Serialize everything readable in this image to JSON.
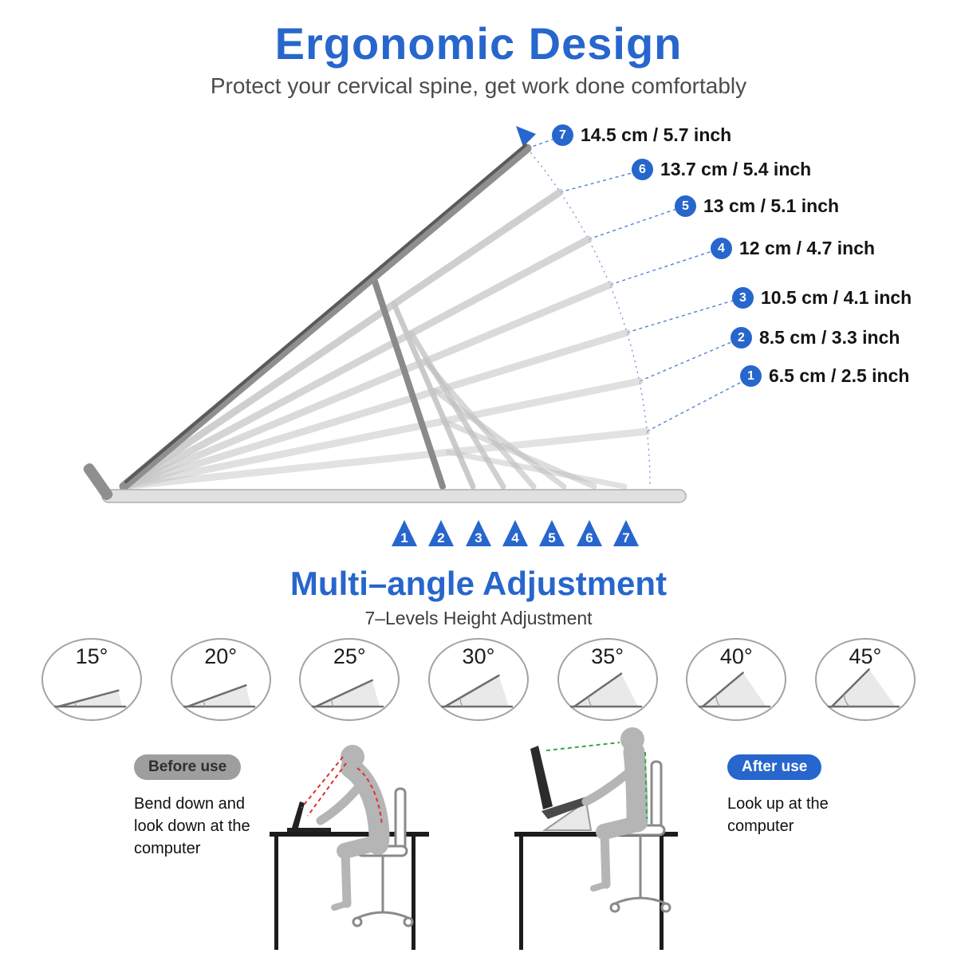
{
  "header": {
    "title": "Ergonomic Design",
    "subtitle": "Protect your cervical spine, get work done comfortably"
  },
  "height_levels": [
    {
      "num": "7",
      "label": "14.5 cm / 5.7 inch"
    },
    {
      "num": "6",
      "label": "13.7 cm / 5.4 inch"
    },
    {
      "num": "5",
      "label": "13 cm / 5.1 inch"
    },
    {
      "num": "4",
      "label": "12 cm / 4.7 inch"
    },
    {
      "num": "3",
      "label": "10.5 cm / 4.1 inch"
    },
    {
      "num": "2",
      "label": "8.5 cm / 3.3 inch"
    },
    {
      "num": "1",
      "label": "6.5 cm / 2.5 inch"
    }
  ],
  "base_markers": [
    "1",
    "2",
    "3",
    "4",
    "5",
    "6",
    "7"
  ],
  "adjustment": {
    "title": "Multi–angle Adjustment",
    "subtitle": "7–Levels Height Adjustment",
    "angles": [
      "15°",
      "20°",
      "25°",
      "30°",
      "35°",
      "40°",
      "45°"
    ]
  },
  "comparison": {
    "before": {
      "badge": "Before use",
      "text": "Bend down and look down at the computer"
    },
    "after": {
      "badge": "After use",
      "text": "Look up at the computer"
    }
  },
  "colors": {
    "accent_blue": "#2766cc",
    "bad_posture_red": "#e03131",
    "good_posture_green": "#2fab4f",
    "stand_silver": "#c9c9c9"
  }
}
